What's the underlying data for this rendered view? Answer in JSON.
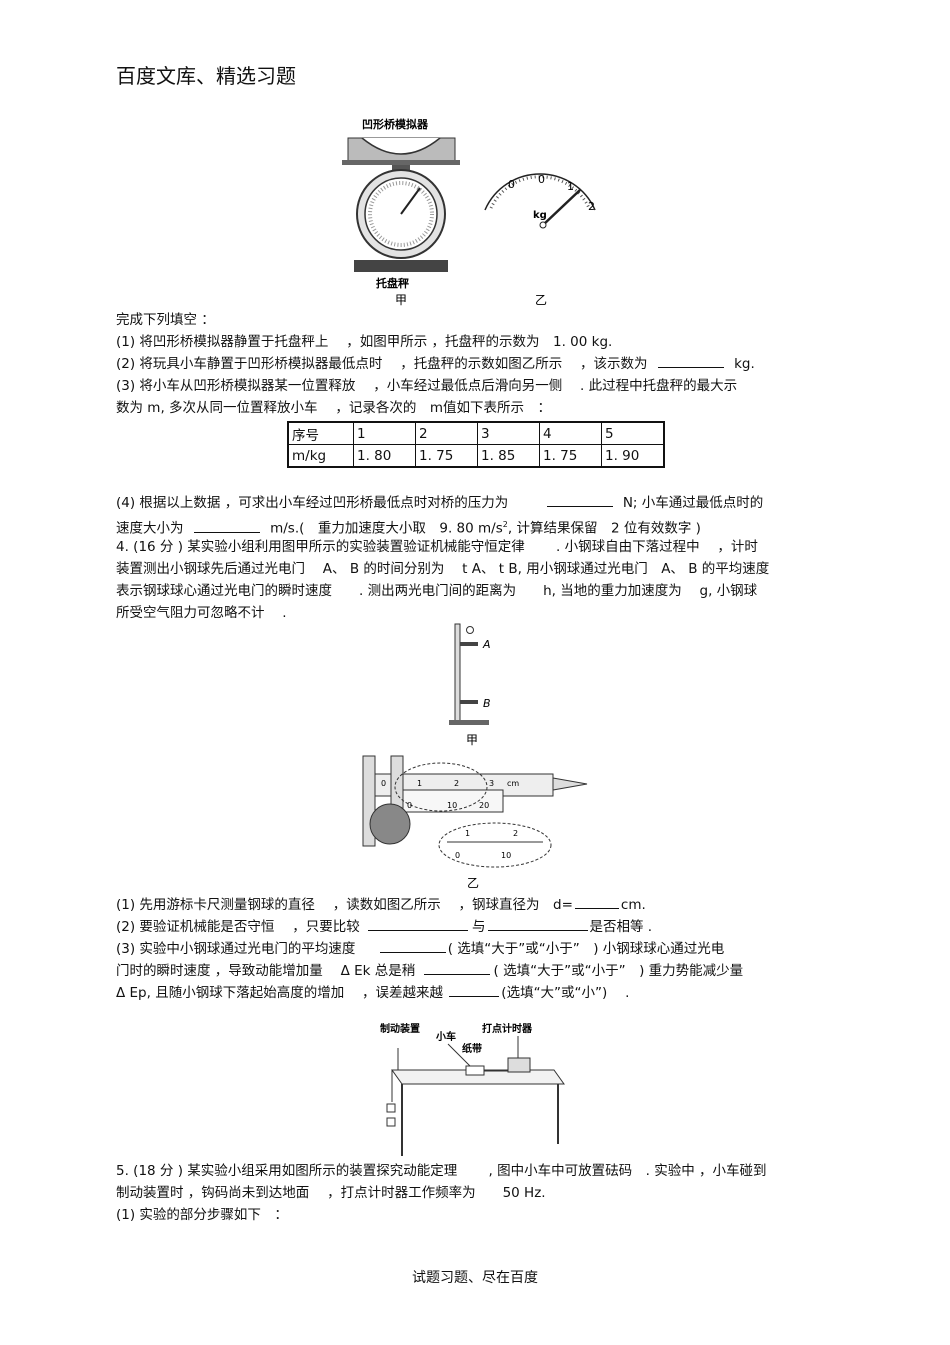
{
  "header": "百度文库、精选习题",
  "fig1": {
    "label_top": "凹形桥模拟器",
    "label_bottom": "托盘秤",
    "caption_a": "甲",
    "caption_b": "乙",
    "dial_unit": "kg",
    "dial_ticks": [
      "0",
      "0",
      "1",
      "2"
    ]
  },
  "q3": {
    "intro": "完成下列填空 ：",
    "p1": "(1) 将凹形桥模拟器静置于托盘秤上　 ，如图甲所示 ，托盘秤的示数为　1. 00 kg.",
    "p2a": "(2) 将玩具小车静置于凹形桥模拟器最低点时　 ，托盘秤的示数如图乙所示　 ，该示数为",
    "p2b": "kg.",
    "p3a": "(3) 将小车从凹形桥模拟器某一位置释放　 ，小车经过最低点后滑向另一侧　 . 此过程中托盘秤的最大示",
    "p3b": "数为 m, 多次从同一位置释放小车　 ，记录各次的　m值如下表所示　：",
    "table": {
      "header": [
        "序号",
        "1",
        "2",
        "3",
        "4",
        "5"
      ],
      "row": [
        "m/kg",
        "1. 80",
        "1. 75",
        "1. 85",
        "1. 75",
        "1. 90"
      ]
    },
    "p4a": "(4) 根据以上数据 ，可求出小车经过凹形桥最低点时对桥的压力为",
    "p4b": "N; 小车通过最低点时的",
    "p4c": "速度大小为",
    "p4d": "m/s.(　重力加速度大小取　9. 80 m/s",
    "p4sup": "2",
    "p4e": ", 计算结果保留　2 位有效数字 )"
  },
  "q4": {
    "l1": "4. (16 分 ) 某实验小组利用图甲所示的实验装置验证机械能守恒定律　　 . 小钢球自由下落过程中　 ，计时",
    "l2": "装置测出小钢球先后通过光电门　 A、 B 的时间分别为　 t A、 t B, 用小钢球通过光电门　A、 B 的平均速度",
    "l3": "表示钢球球心通过光电门的瞬时速度　　. 测出两光电门间的距离为　　h, 当地的重力加速度为　 g, 小钢球",
    "l4": "所受空气阻力可忽略不计　 .",
    "fig_a": {
      "label_a": "A",
      "label_b": "B",
      "caption": "甲"
    },
    "fig_b": {
      "caption": "乙",
      "main_ticks": [
        "0",
        "1",
        "2",
        "3"
      ],
      "main_unit": "cm",
      "vernier_ticks": [
        "0",
        "10",
        "20"
      ],
      "zoom_ticks_top": [
        "1",
        "2"
      ],
      "zoom_ticks_bottom": [
        "0",
        "10"
      ]
    },
    "s1a": "(1) 先用游标卡尺测量钢球的直径　 ，读数如图乙所示　 ，钢球直径为　d=",
    "s1b": "cm.",
    "s2a": "(2) 要验证机械能是否守恒　 ，只要比较",
    "s2b": "与",
    "s2c": "是否相等 .",
    "s3a": "(3) 实验中小钢球通过光电门的平均速度",
    "s3b": "( 选填“大于”或“小于”　) 小钢球球心通过光电",
    "s3c": "门时的瞬时速度 ，导致动能增加量　 Δ Ek 总是稍",
    "s3d": "( 选填“大于”或“小于”　) 重力势能减少量",
    "s3e": "Δ Ep, 且随小钢球下落起始高度的增加　 ，误差越来越",
    "s3f": "(选填“大”或“小”)　 ."
  },
  "fig3": {
    "label_brake": "制动装置",
    "label_car": "小车",
    "label_tape": "纸带",
    "label_timer": "打点计时器"
  },
  "q5": {
    "l1": "5. (18 分 ) 某实验小组采用如图所示的装置探究动能定理　　 , 图中小车中可放置砝码　. 实验中 ，小车碰到",
    "l2": "制动装置时 ，钩码尚未到达地面　 ，打点计时器工作频率为　　50 Hz.",
    "l3": "(1) 实验的部分步骤如下　："
  },
  "footer": "试题习题、尽在百度"
}
